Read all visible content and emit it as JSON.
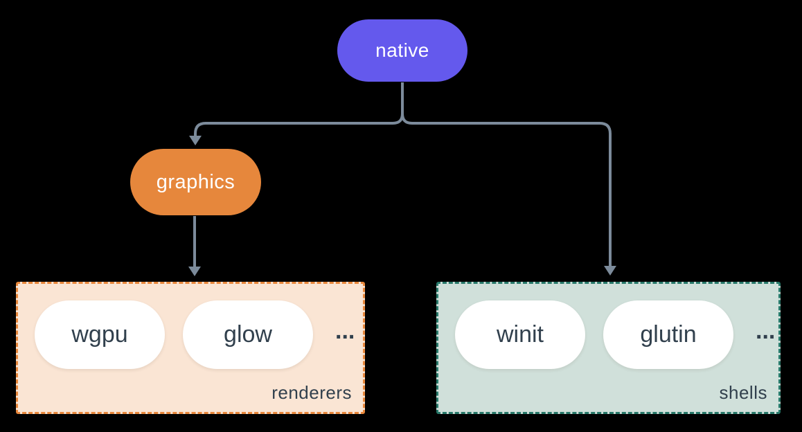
{
  "diagram": {
    "background": "#000000",
    "connector_color": "#7c8b9b",
    "node_text_color": "#ffffff",
    "item_text_color": "#31404d",
    "nodes": {
      "native": {
        "label": "native",
        "color": "#6459ed"
      },
      "graphics": {
        "label": "graphics",
        "color": "#e6873c"
      }
    },
    "groups": {
      "renderers": {
        "label": "renderers",
        "background": "#fae5d4",
        "border_color": "#e8873b",
        "items": [
          "wgpu",
          "glow"
        ],
        "ellipsis": "..."
      },
      "shells": {
        "label": "shells",
        "background": "#d0e0da",
        "border_color": "#27796a",
        "items": [
          "winit",
          "glutin"
        ],
        "ellipsis": "..."
      }
    }
  }
}
